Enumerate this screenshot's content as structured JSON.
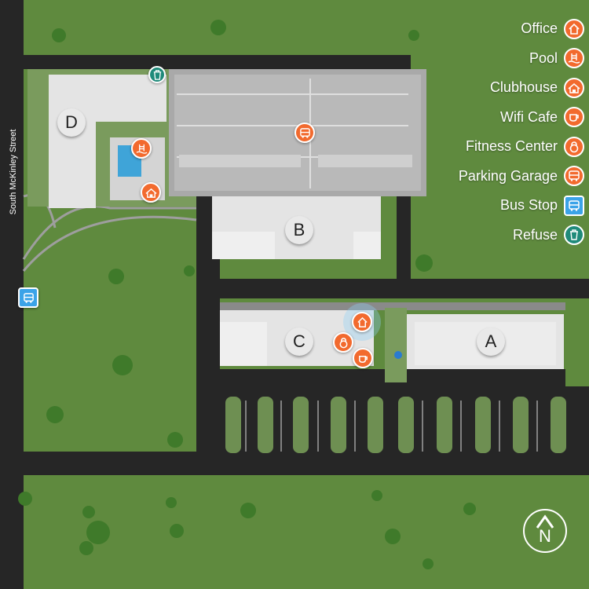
{
  "legend": [
    {
      "label": "Office",
      "icon": "house-icon",
      "color": "#f26a2e",
      "shape": "circle"
    },
    {
      "label": "Pool",
      "icon": "pool-icon",
      "color": "#f26a2e",
      "shape": "circle"
    },
    {
      "label": "Clubhouse",
      "icon": "clubhouse-icon",
      "color": "#f26a2e",
      "shape": "circle"
    },
    {
      "label": "Wifi Cafe",
      "icon": "coffee-cup-icon",
      "color": "#f26a2e",
      "shape": "circle"
    },
    {
      "label": "Fitness Center",
      "icon": "kettlebell-icon",
      "color": "#f26a2e",
      "shape": "circle"
    },
    {
      "label": "Parking Garage",
      "icon": "bus-icon",
      "color": "#f26a2e",
      "shape": "circle"
    },
    {
      "label": "Bus Stop",
      "icon": "bus-icon",
      "color": "#3ba3e8",
      "shape": "square"
    },
    {
      "label": "Refuse",
      "icon": "trash-icon",
      "color": "#1f8a7a",
      "shape": "circle"
    }
  ],
  "buildings": {
    "a": "A",
    "b": "B",
    "c": "C",
    "d": "D"
  },
  "street_name": "South McKinley Street",
  "compass": {
    "letter": "N"
  },
  "colors": {
    "amenity": "#f26a2e",
    "bus_stop": "#3ba3e8",
    "refuse": "#1f8a7a",
    "grass": "#5f8a3e",
    "road": "#262626",
    "building": "#e4e4e4",
    "parking_deck": "#b9b9b9"
  }
}
